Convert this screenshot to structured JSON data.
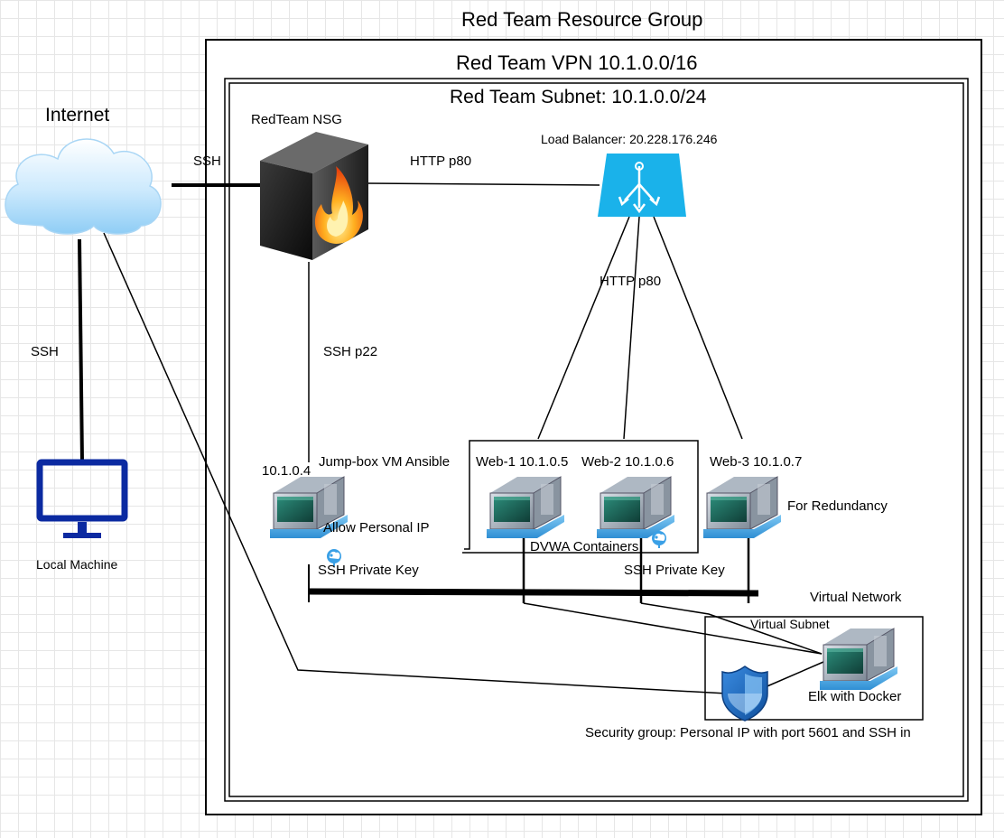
{
  "groups": {
    "resource_group": "Red Team Resource Group",
    "vpn": "Red Team VPN 10.1.0.0/16",
    "subnet": "Red Team Subnet: 10.1.0.0/24"
  },
  "internet": {
    "label": "Internet"
  },
  "nsg": {
    "label": "RedTeam NSG"
  },
  "load_balancer": {
    "label": "Load Balancer: 20.228.176.246"
  },
  "connections": {
    "ssh_internet_nsg": "SSH",
    "http_nsg_lb": "HTTP p80",
    "http_lb_web": "HTTP p80",
    "ssh_internet_local": "SSH",
    "ssh_nsg_jumpbox": "SSH p22"
  },
  "local_machine": {
    "label": "Local Machine"
  },
  "jumpbox": {
    "ip": "10.1.0.4",
    "name": "Jump-box VM Ansible",
    "note": "Allow Personal IP",
    "key_label": "SSH Private Key"
  },
  "web1": {
    "label": "Web-1 10.1.0.5"
  },
  "web2": {
    "label": "Web-2  10.1.0.6"
  },
  "web3": {
    "label": "Web-3 10.1.0.7",
    "note": "For Redundancy"
  },
  "dvwa": {
    "label": "DVWA Containers",
    "key_label": "SSH Private Key"
  },
  "virtual_network": {
    "label": "Virtual Network"
  },
  "virtual_subnet": {
    "label": "Virtual Subnet"
  },
  "elk": {
    "label": "Elk with Docker"
  },
  "security_group": {
    "label": "Security group: Personal IP with port 5601 and SSH in"
  },
  "colors": {
    "lb_fill": "#1ab2ea",
    "monitor": "#0b2aa1",
    "shield": "#1c6fc2",
    "cloud": "#bfe3fb"
  }
}
